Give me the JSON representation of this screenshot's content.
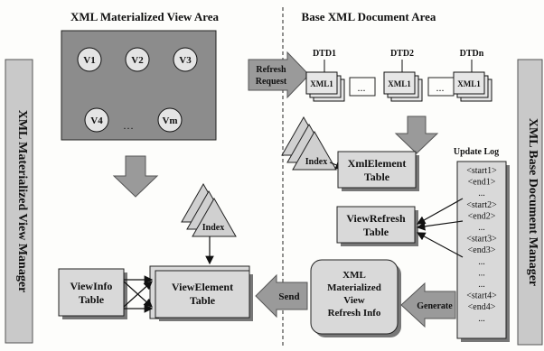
{
  "headers": {
    "left": "XML  Materialized View Area",
    "right": "Base XML Document Area"
  },
  "side_labels": {
    "left": "XML Materialized View Manager",
    "right": "XML Base Document Manager"
  },
  "view_nodes": [
    "V1",
    "V2",
    "V3",
    "V4",
    "Vm"
  ],
  "view_nodes_ellipsis": "…",
  "refresh_request": [
    "Refresh",
    "Request"
  ],
  "dtds": [
    {
      "label": "DTD1",
      "doc": "XML1"
    },
    {
      "label": "DTD2",
      "doc": "XML1"
    },
    {
      "label": "DTDn",
      "doc": "XML1"
    }
  ],
  "ellipsis": "...",
  "index_label": "Index",
  "xmlelement_table": [
    "XmlElement",
    "Table"
  ],
  "viewrefresh_table": [
    "ViewRefresh",
    "Table"
  ],
  "update_log": {
    "title": "Update Log",
    "entries": [
      "<start1>",
      "<end1>",
      "...",
      "<start2>",
      "<end2>",
      "...",
      "<start3>",
      "<end3>",
      "...",
      "...",
      "...",
      "<start4>",
      "<end4>",
      "..."
    ]
  },
  "viewinfo_table": [
    "ViewInfo",
    "Table"
  ],
  "viewelement_table": [
    "ViewElement",
    "Table"
  ],
  "refresh_info": [
    "XML",
    "Materialized",
    "View",
    "Refresh Info"
  ],
  "send_label": "Send",
  "generate_label": "Generate",
  "colors": {
    "panel": "#8c8c8c",
    "box": "#d9d9d9",
    "arrow": "#9a9a9a",
    "side_bar": "#c9c9c9",
    "stroke": "#111111"
  }
}
